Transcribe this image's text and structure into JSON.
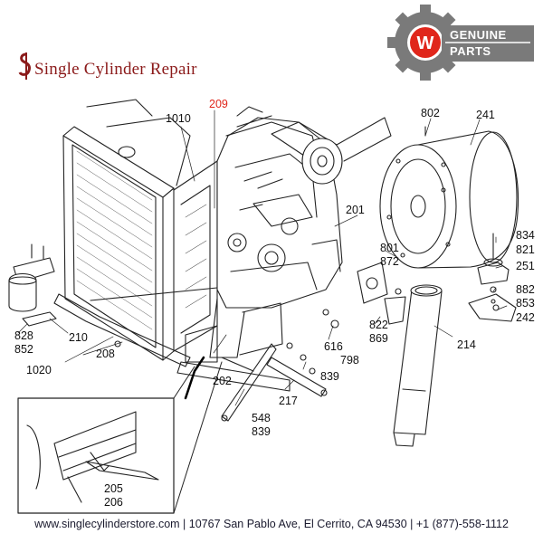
{
  "brand": {
    "name": "Single Cylinder Repair"
  },
  "badge": {
    "line1": "GENUINE",
    "line2": "PARTS",
    "accent": "#e0261b",
    "gear_color": "#7a7a7a"
  },
  "footer": {
    "text": "www.singlecylinderstore.com | 10767 San Pablo Ave, El Cerrito, CA 94530 | +1 (877)-558-1112"
  },
  "labels": {
    "p209": "209",
    "p1010": "1010",
    "p802": "802",
    "p241": "241",
    "p201": "201",
    "p834": "834",
    "p821": "821",
    "p251": "251",
    "p801": "801",
    "p872": "872",
    "p882": "882",
    "p853": "853",
    "p242": "242",
    "p822": "822",
    "p869": "869",
    "p214": "214",
    "p616": "616",
    "p798": "798",
    "p839a": "839",
    "p217": "217",
    "p548": "548",
    "p839b": "839",
    "p202": "202",
    "p208": "208",
    "p1020": "1020",
    "p828": "828",
    "p852": "852",
    "p210": "210",
    "p205": "205",
    "p206": "206"
  },
  "highlight_color": "#e0261b"
}
